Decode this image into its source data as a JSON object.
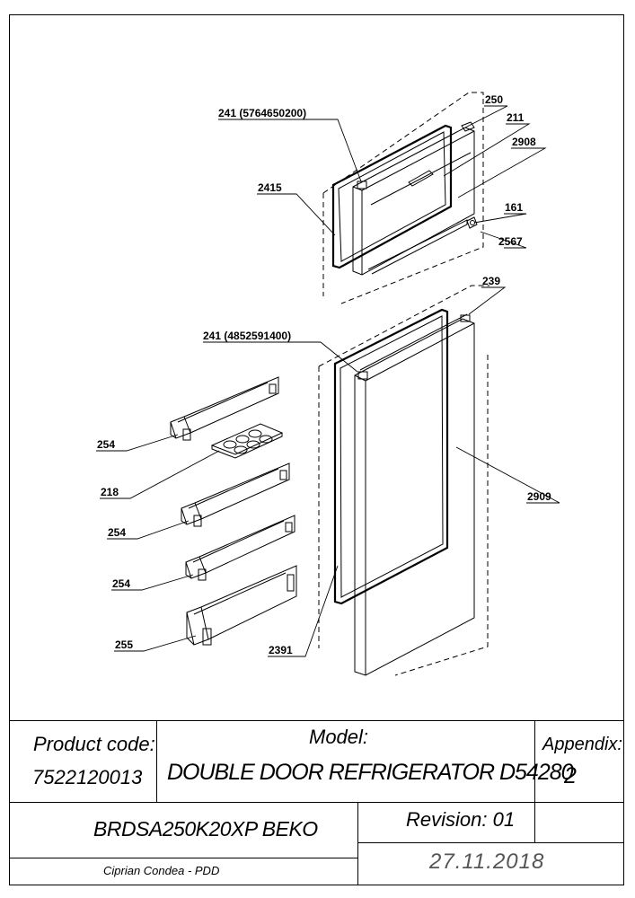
{
  "callouts": {
    "c241a": "241 (5764650200)",
    "c250": "250",
    "c211": "211",
    "c2908": "2908",
    "c2415": "2415",
    "c161": "161",
    "c2567": "2567",
    "c239": "239",
    "c241b": "241 (4852591400)",
    "c254a": "254",
    "c218": "218",
    "c2909": "2909",
    "c254b": "254",
    "c254c": "254",
    "c255": "255",
    "c2391": "2391"
  },
  "title_block": {
    "product_code_label": "Product code:",
    "product_code_value": "7522120013",
    "model_label": "Model:",
    "model_value": "DOUBLE DOOR REFRIGERATOR D54280",
    "appendix_label": "Appendix:",
    "appendix_value": "2",
    "model_code": "BRDSA250K20XP BEKO",
    "revision": "Revision: 01",
    "author": "Ciprian Condea - PDD",
    "date": "27.11.2018"
  }
}
